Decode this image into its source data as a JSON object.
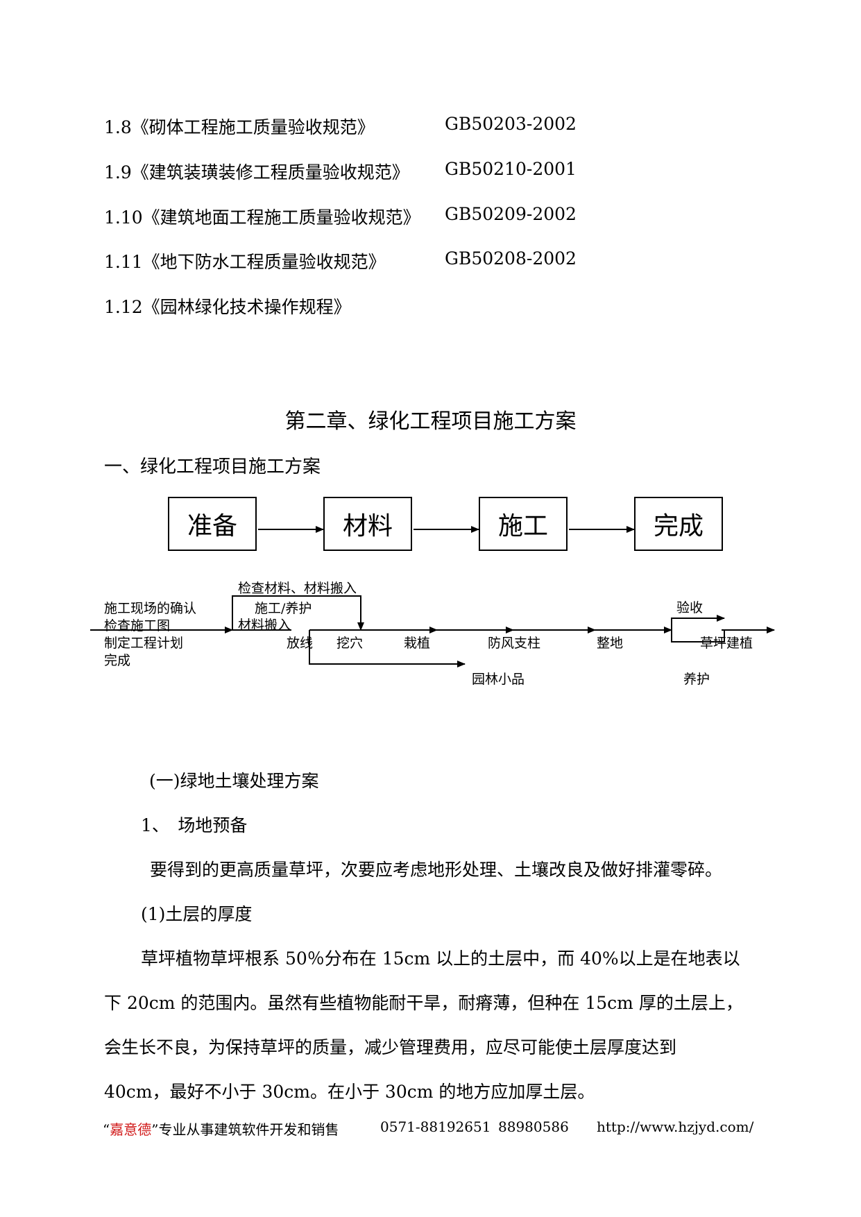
{
  "standards": [
    {
      "name": "1.8《砌体工程施工质量验收规范》",
      "code": "GB50203-2002"
    },
    {
      "name": "1.9《建筑装璜装修工程质量验收规范》",
      "code": "GB50210-2001"
    },
    {
      "name": "1.10《建筑地面工程施工质量验收规范》",
      "code": "GB50209-2002"
    },
    {
      "name": "1.11《地下防水工程质量验收规范》",
      "code": "GB50208-2002"
    },
    {
      "name": "1.12《园林绿化技术操作规程》",
      "code": ""
    }
  ],
  "chapter_title": "第二章、绿化工程项目施工方案",
  "section_title": "一、绿化工程项目施工方案",
  "flow_boxes": [
    "准备",
    "材料",
    "施工",
    "完成"
  ],
  "flow_detail": {
    "left_notes": [
      "施工现场的确认",
      "检查施工图",
      "制定工程计划",
      "完成"
    ],
    "top_note": "检查材料、材料搬入",
    "mid_note_1": "施工/养护",
    "mid_note_2": "材料搬入",
    "steps": [
      "放线",
      "挖穴",
      "栽植",
      "防风支柱",
      "整地",
      "草坪建植"
    ],
    "branch": "园林小品",
    "inspect": "验收",
    "maintain": "养护"
  },
  "subsection_title": "(一)绿地土壤处理方案",
  "item_1": "1、　场地预备",
  "para_1": "要得到的更高质量草坪，次要应考虑地形处理、土壤改良及做好排灌零碎。",
  "item_1_1": "(1)土层的厚度",
  "para_2_lines": [
    "草坪植物草坪根系 50％分布在 15cm 以上的土层中，而 40%以上是在地表以",
    "下 20cm 的范围内。虽然有些植物能耐干旱，耐瘠薄，但种在 15cm 厚的土层上，",
    "会生长不良，为保持草坪的质量，减少管理费用，应尽可能使土层厚度达到",
    "40cm，最好不小于 30cm。在小于 30cm 的地方应加厚土层。"
  ],
  "footer": {
    "quote_open": "“",
    "brand": "嘉意德",
    "quote_close": "”",
    "slogan": "专业从事建筑软件开发和销售",
    "phone1": "0571-88192651",
    "phone2": "88980586",
    "url": "http://www.hzjyd.com/"
  }
}
